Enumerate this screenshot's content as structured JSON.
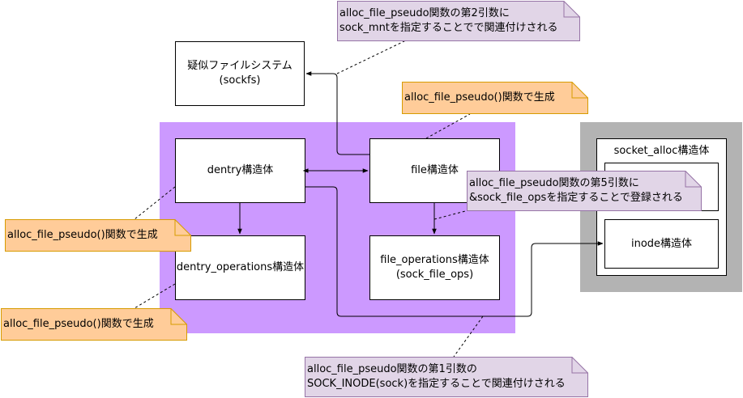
{
  "nodes": {
    "sockfs": "疑似ファイルシステム\n(sockfs)",
    "dentry": "dentry構造体",
    "file": "file構造体",
    "dentry_ops": "dentry_operations構造体",
    "file_ops": "file_operations構造体\n(sock_file_ops)",
    "socket_alloc": "socket_alloc構造体",
    "inode": "inode構造体"
  },
  "notes": {
    "mnt": "alloc_file_pseudo関数の第2引数に\nsock_mntを指定することでで関連付けされる",
    "file_gen": "alloc_file_pseudo()関数で生成",
    "fops": "alloc_file_pseudo関数の第5引数に\n&sock_file_opsを指定することで登録される",
    "dentry_gen": "alloc_file_pseudo()関数で生成",
    "dops_gen": "alloc_file_pseudo()関数で生成",
    "inode_link": "alloc_file_pseudo関数の第1引数の\nSOCK_INODE(sock)を指定することで関連付けされる"
  },
  "colors": {
    "purple_region": "#cc99ff",
    "gray_region": "#b3b3b3",
    "note_orange": "#ffcc99",
    "note_orange_border": "#d79b00",
    "note_lilac": "#e1d5e7",
    "note_lilac_border": "#9673a6"
  }
}
